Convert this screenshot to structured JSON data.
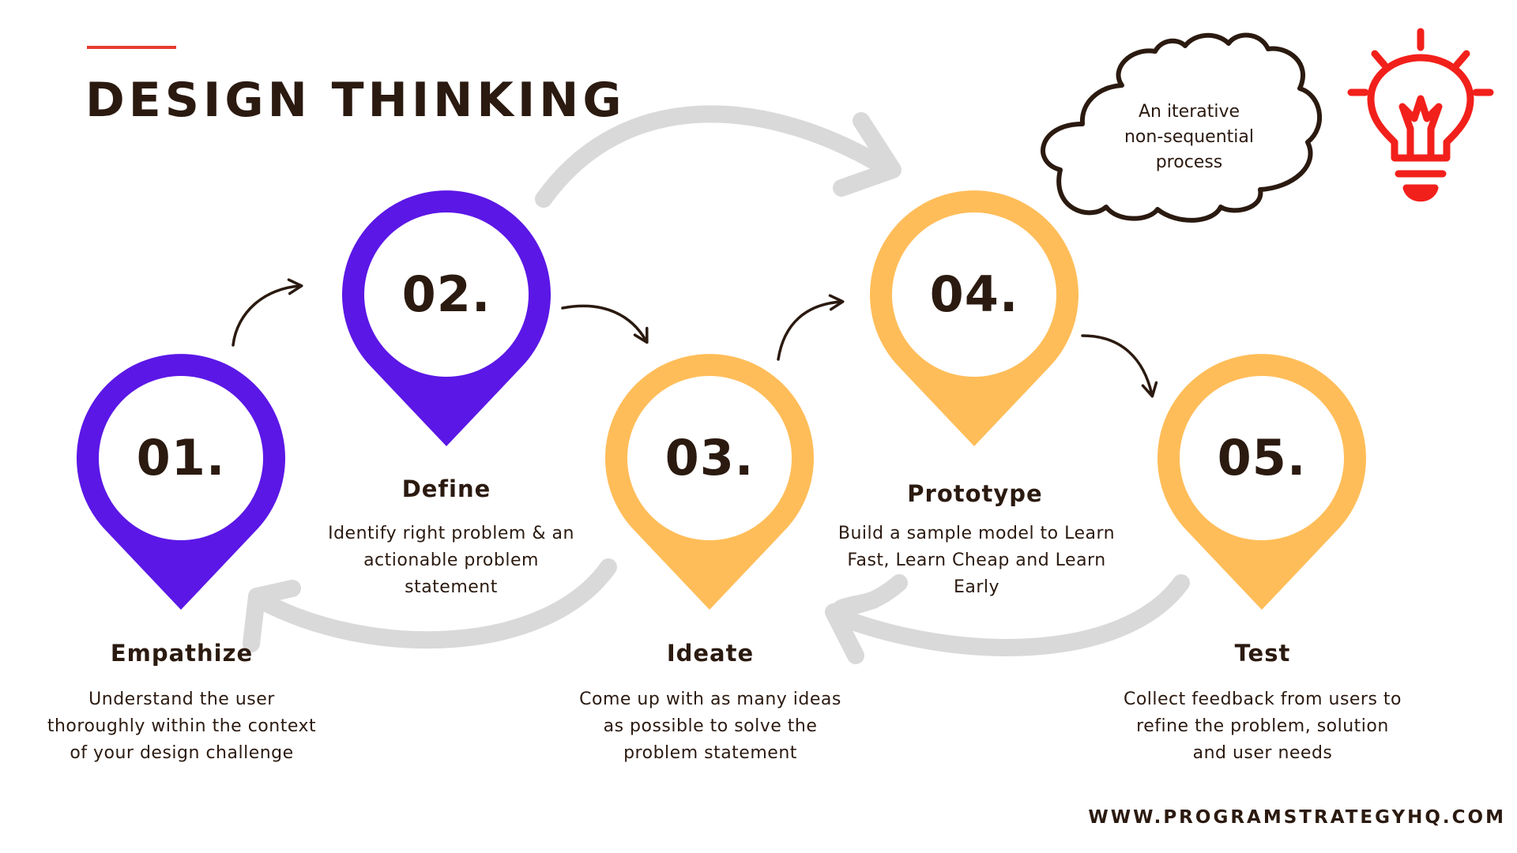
{
  "header": {
    "title": "DESIGN THINKING"
  },
  "cloud": {
    "lines": [
      "An iterative",
      "non-sequential",
      "process"
    ]
  },
  "steps": [
    {
      "number": "01.",
      "title": "Empathize",
      "description": [
        "Understand the user",
        "thoroughly within the context",
        "of your design challenge"
      ],
      "color": "#5b17e6"
    },
    {
      "number": "02.",
      "title": "Define",
      "description": [
        "Identify right problem & an",
        "actionable problem",
        "statement"
      ],
      "color": "#5b17e6"
    },
    {
      "number": "03.",
      "title": "Ideate",
      "description": [
        "Come up with as many ideas",
        "as possible to solve the",
        "problem statement"
      ],
      "color": "#ffbd59"
    },
    {
      "number": "04.",
      "title": "Prototype",
      "description": [
        "Build a sample model to Learn",
        "Fast, Learn Cheap and Learn",
        "Early"
      ],
      "color": "#ffbd59"
    },
    {
      "number": "05.",
      "title": "Test",
      "description": [
        "Collect feedback from users to",
        "refine the problem, solution",
        "and user needs"
      ],
      "color": "#ffbd59"
    }
  ],
  "footer": {
    "website": "WWW.PROGRAMSTRATEGYHQ.COM"
  },
  "colors": {
    "text": "#2b1a10",
    "accent": "#e63b2e",
    "purple": "#5b17e6",
    "orange": "#ffbd59",
    "grey_arrow": "#d9d9d9",
    "bulb": "#f2201b"
  },
  "icons": {
    "bulb": "lightbulb-icon",
    "cloud": "cloud-shape"
  }
}
